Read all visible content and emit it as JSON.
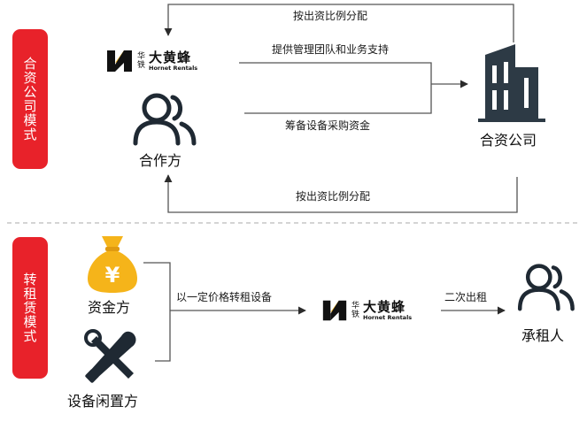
{
  "sections": {
    "jv": {
      "label": "合资公司模式"
    },
    "sublease": {
      "label": "转租赁模式"
    }
  },
  "logo": {
    "side": "华\n铁",
    "side_top": "华",
    "side_bottom": "铁",
    "name": "大黄蜂",
    "english": "Hornet Rentals"
  },
  "jv_mode": {
    "partner": "合作方",
    "company": "合资公司",
    "arrows": {
      "top_profit": "按出资比例分配",
      "management": "提供管理团队和业务支持",
      "funding": "筹备设备采购资金",
      "bottom_profit": "按出资比例分配"
    }
  },
  "sublease_mode": {
    "funder": "资金方",
    "idle_owner": "设备闲置方",
    "lessee": "承租人",
    "arrows": {
      "transfer": "以一定价格转租设备",
      "relet": "二次出租"
    }
  },
  "colors": {
    "badge": "#e8222a",
    "accent_yellow": "#f5b41a",
    "icon_dark": "#1f2933"
  }
}
